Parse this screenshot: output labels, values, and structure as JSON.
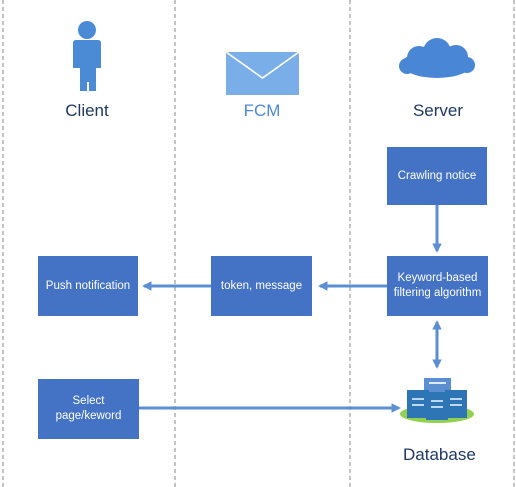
{
  "lanes": {
    "client": "Client",
    "fcm": "FCM",
    "server": "Server"
  },
  "boxes": {
    "crawling": "Crawling notice",
    "keyword_line1": "Keyword-based",
    "keyword_line2": "filtering algorithm",
    "token": "token, message",
    "push": "Push notification",
    "select_line1": "Select",
    "select_line2": "page/keword"
  },
  "database": {
    "label": "Database"
  },
  "icons": {
    "client": "person-icon",
    "fcm": "envelope-icon",
    "server": "cloud-icon",
    "database": "server-stack-icon"
  },
  "colors": {
    "box_fill": "#4472c4",
    "arrow": "#5b8fd1",
    "person": "#4b8ad4",
    "envelope": "#7aaee8",
    "cloud": "#4a86d6",
    "lane_label": "#1f3864",
    "fcm_label": "#4a8ad4",
    "platform": "#92d050"
  }
}
